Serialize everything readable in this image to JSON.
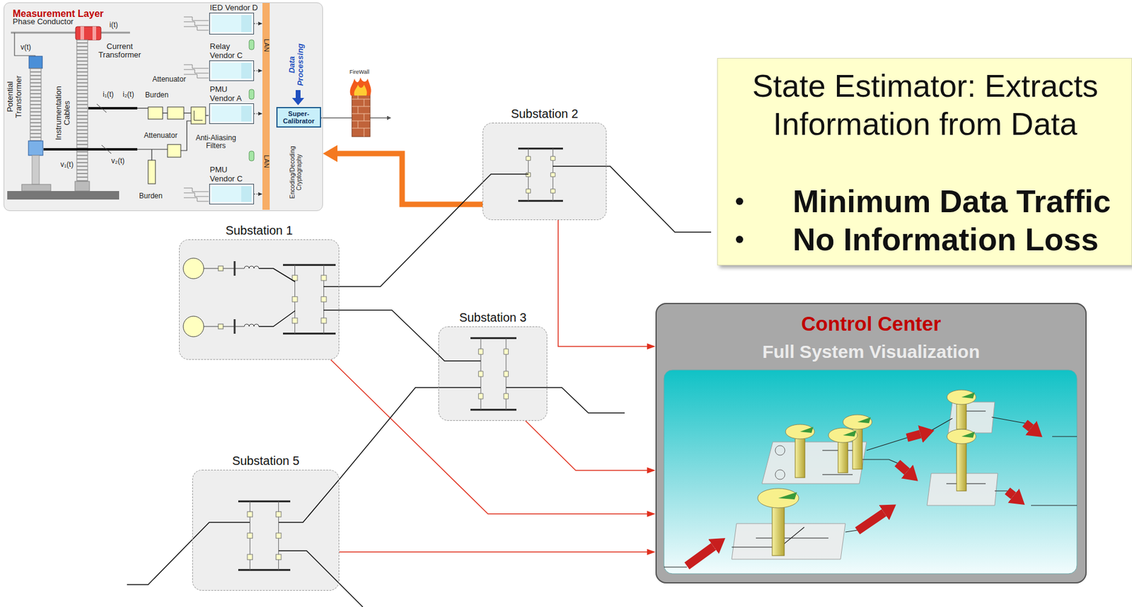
{
  "diagram": {
    "nodes": [
      {
        "text": [
          "Measurement Layer"
        ]
      },
      {
        "text": [
          "IED Vendor D"
        ],
        "in": 0
      },
      {
        "text": [
          "Relay Vendor C"
        ],
        "in": 0
      },
      {
        "text": [
          "PMU Vendor A"
        ],
        "in": 0
      },
      {
        "text": [
          "PMU Vendor C"
        ],
        "in": 0
      },
      {
        "text": [
          "LAN",
          "LAN"
        ],
        "in": 0
      },
      {
        "text": [
          "Super-Calibrator"
        ],
        "in": 0
      },
      {
        "text": [
          "State Estimator: Extracts Information from Data",
          "Minimum Data Traffic",
          "No Information Loss"
        ]
      },
      {
        "text": [
          "Substation 2"
        ]
      },
      {
        "text": [
          "Substation 1"
        ]
      },
      {
        "text": [
          "Control Center",
          "Full System Visualization"
        ]
      },
      {
        "text": [
          "Substation 3"
        ]
      },
      {
        "text": [
          "Substation 5"
        ]
      }
    ],
    "edges": [
      {
        "from": 8,
        "to": 0,
        "arrow": "to"
      },
      {
        "from": 8,
        "to": 10,
        "arrow": "to"
      },
      {
        "from": 11,
        "to": 10,
        "arrow": "to"
      },
      {
        "from": 9,
        "to": 10,
        "arrow": "to"
      },
      {
        "from": 12,
        "to": 10,
        "arrow": "to"
      },
      {
        "from": 9,
        "to": 8,
        "arrow": "none"
      },
      {
        "from": 9,
        "to": 11,
        "arrow": "none"
      },
      {
        "from": 12,
        "to": 11,
        "arrow": "none"
      },
      {
        "from": 1,
        "to": 5,
        "arrow": "to"
      },
      {
        "from": 2,
        "to": 5,
        "arrow": "to"
      },
      {
        "from": 3,
        "to": 5,
        "arrow": "to"
      },
      {
        "from": 4,
        "to": 5,
        "arrow": "to"
      }
    ],
    "labels": [
      "Phase Conductor",
      "i(t)",
      "v(t)",
      "Current Transformer",
      "Potential Transformer",
      "Instrumentation Cables",
      "i₁(t)",
      "i₂(t)",
      "Attenuator",
      "Burden",
      "Attenuator",
      "Anti-Aliasing Filters",
      "v₁(t)",
      "v₂(t)",
      "Burden",
      "Data Processing",
      "Encoding/Decoding Cryptography",
      "FireWall"
    ]
  }
}
